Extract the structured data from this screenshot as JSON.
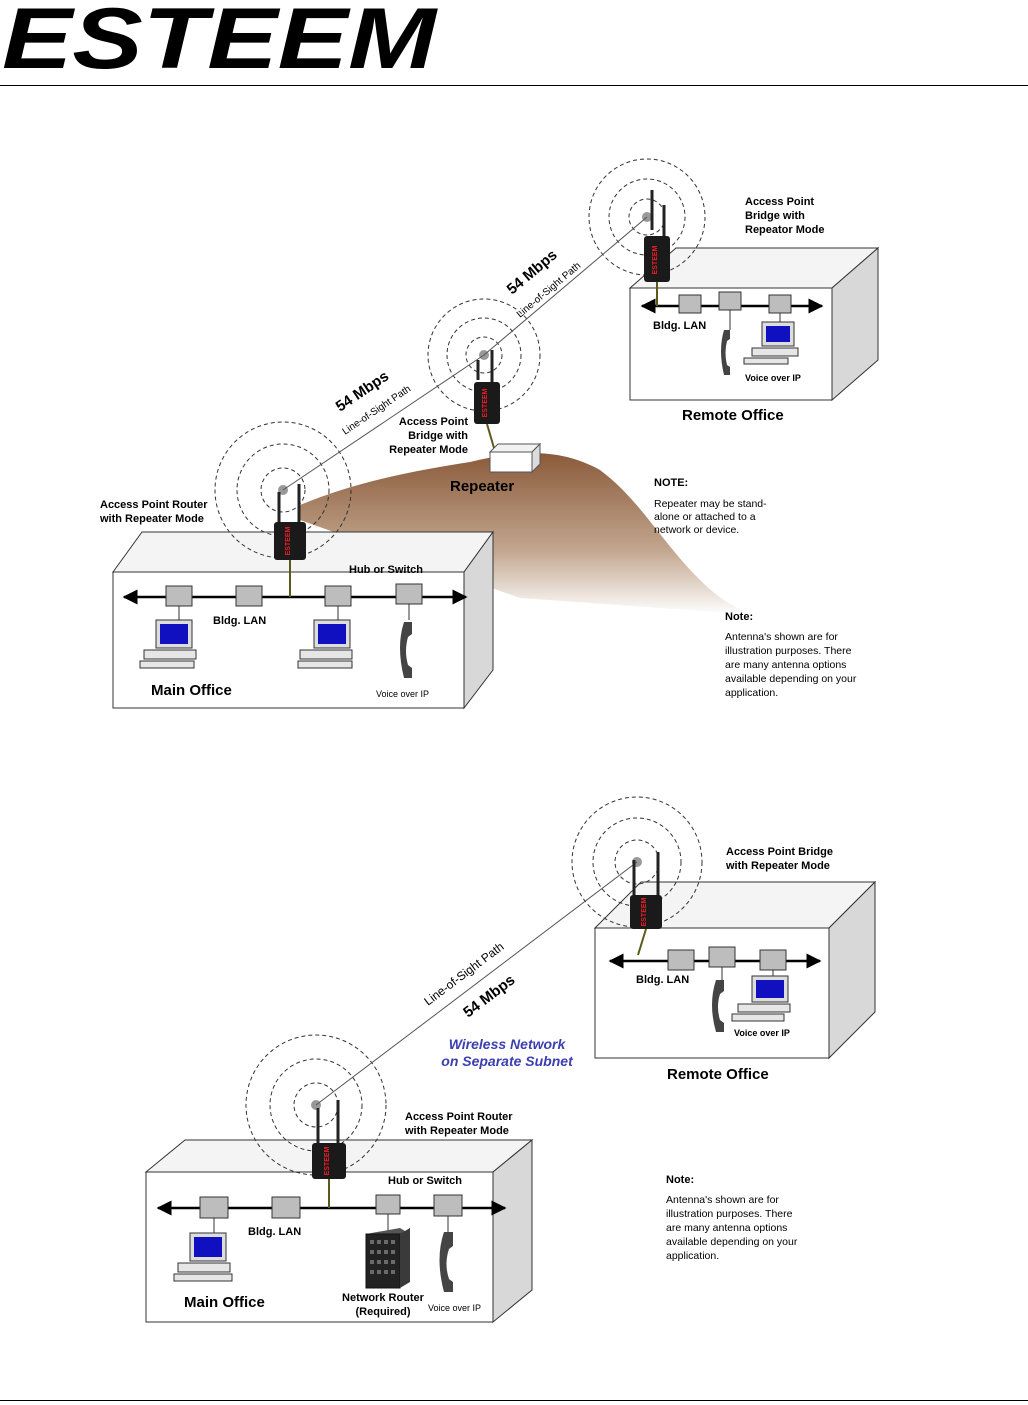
{
  "logo": {
    "text": "ESTEEM",
    "color": "#ee1c25"
  },
  "diagram_top": {
    "remote_ap_label": [
      "Access Point",
      "Bridge with",
      "Repeator Mode"
    ],
    "repeater_ap_label": [
      "Access Point",
      "Bridge with",
      "Repeater Mode"
    ],
    "main_ap_label": [
      "Access Point Router",
      "with Repeater Mode"
    ],
    "rate_1": "54 Mbps",
    "rate_2": "54 Mbps",
    "los_1": "Line-of-Sight Path",
    "los_2": "Line-of-Sight Path",
    "repeater": "Repeater",
    "remote_bldg_lan": "Bldg. LAN",
    "remote_voip": "Voice over IP",
    "remote_office": "Remote Office",
    "note1_title": "NOTE:",
    "note1_lines": [
      "Repeater may be stand-",
      "alone or attached to a",
      "network or device."
    ],
    "hub": "Hub or Switch",
    "main_bldg_lan": "Bldg. LAN",
    "main_office": "Main Office",
    "main_voip": "Voice over IP",
    "note2_title": "Note:",
    "note2_lines": [
      "Antenna's shown are for",
      "illustration purposes.  There",
      "are many antenna options",
      "available depending on your",
      "application."
    ],
    "device_brand": "ESTEEM"
  },
  "diagram_bottom": {
    "remote_ap_label": [
      "Access Point Bridge",
      "with Repeater Mode"
    ],
    "main_ap_label": [
      "Access Point Router",
      "with Repeater Mode"
    ],
    "los": "Line-of-Sight Path",
    "rate": "54 Mbps",
    "subnet_lines": [
      "Wireless Network",
      "on Separate Subnet"
    ],
    "remote_bldg_lan": "Bldg. LAN",
    "remote_voip": "Voice over IP",
    "remote_office": "Remote Office",
    "hub": "Hub or Switch",
    "main_bldg_lan": "Bldg. LAN",
    "main_office": "Main Office",
    "router_lines": [
      "Network Router",
      "(Required)"
    ],
    "main_voip": "Voice over IP",
    "note_title": "Note:",
    "note_lines": [
      "Antenna's shown are for",
      "illustration purposes.  There",
      "are many antenna options",
      "available depending on your",
      "application."
    ],
    "device_brand": "ESTEEM"
  }
}
